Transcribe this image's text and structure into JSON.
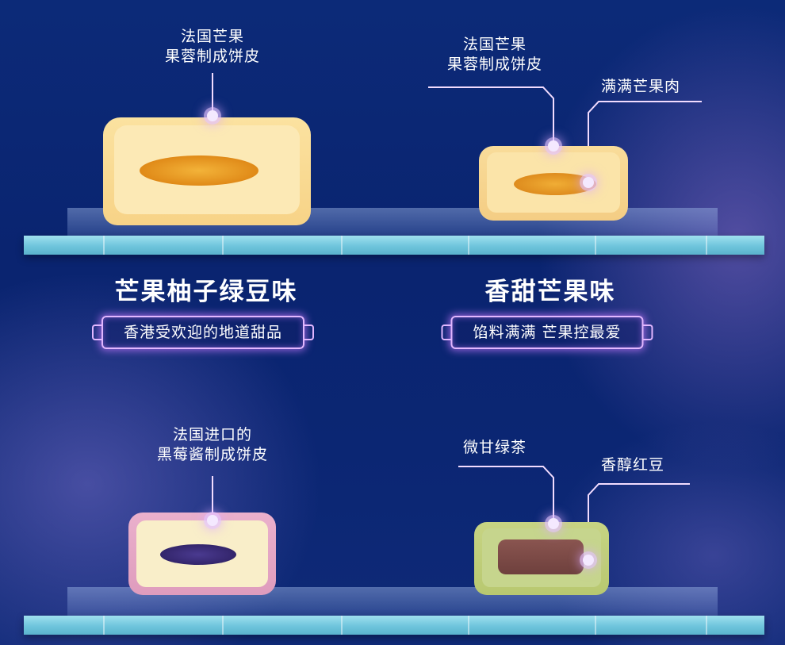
{
  "products": [
    {
      "title": "芒果柚子绿豆味",
      "tagline": "香港受欢迎的地道甜品",
      "callouts": [
        {
          "lines": [
            "法国芒果",
            "果蓉制成饼皮"
          ]
        }
      ],
      "colors": {
        "crust": "#f8d88c",
        "inner": "#fbe6a8",
        "filling": "#e9911f"
      }
    },
    {
      "title": "香甜芒果味",
      "tagline": "馅料满满 芒果控最爱",
      "callouts": [
        {
          "lines": [
            "法国芒果",
            "果蓉制成饼皮"
          ]
        },
        {
          "lines": [
            "满满芒果肉"
          ]
        }
      ],
      "colors": {
        "crust": "#f6d28a",
        "inner": "#fbe3a6",
        "filling": "#e39224"
      }
    },
    {
      "title": "",
      "tagline": "",
      "callouts": [
        {
          "lines": [
            "法国进口的",
            "黑莓酱制成饼皮"
          ]
        }
      ],
      "colors": {
        "crust": "#e6a6c4",
        "inner": "#f8ecc8",
        "filling": "#3a2a73"
      }
    },
    {
      "title": "",
      "tagline": "",
      "callouts": [
        {
          "lines": [
            "微甘绿茶"
          ]
        },
        {
          "lines": [
            "香醇红豆"
          ]
        }
      ],
      "colors": {
        "crust": "#bfcf78",
        "inner": "#c8d58a",
        "filling": "#7a4a46"
      }
    }
  ],
  "theme": {
    "glow": "#e2b7ff",
    "shelf": "#7fcfe3",
    "background": "#0b2673"
  }
}
